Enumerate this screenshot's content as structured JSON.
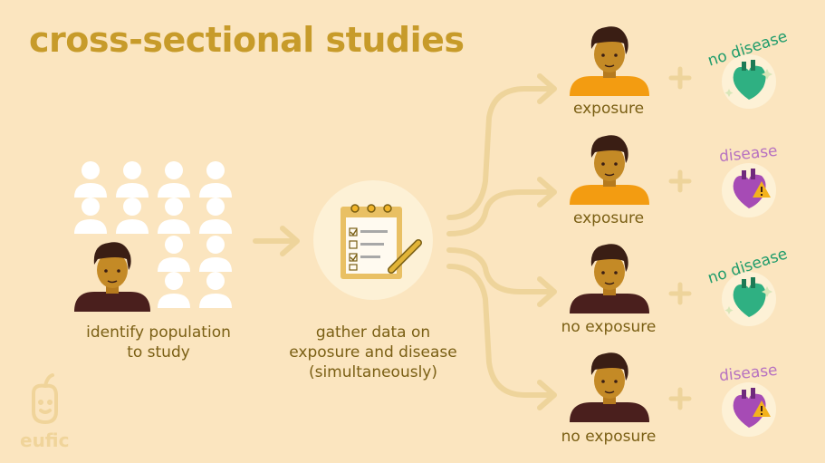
{
  "title": "cross-sectional studies",
  "steps": [
    {
      "label_line1": "identify population",
      "label_line2": "to study"
    },
    {
      "label_line1": "gather data on",
      "label_line2": "exposure and disease",
      "label_line3": "(simultaneously)"
    }
  ],
  "groups": [
    {
      "exposure": "exposure",
      "outcome": "no disease",
      "shirt_color": "#f39c11"
    },
    {
      "exposure": "exposure",
      "outcome": "disease",
      "shirt_color": "#f39c11"
    },
    {
      "exposure": "no exposure",
      "outcome": "no disease",
      "shirt_color": "#4a1f1d"
    },
    {
      "exposure": "no exposure",
      "outcome": "disease",
      "shirt_color": "#4a1f1d"
    }
  ],
  "colors": {
    "title": "#c79b2a",
    "text": "#7a5f14",
    "arrow": "#eed49b",
    "no_disease": "#1f9c6b",
    "disease": "#b772c0",
    "heart_healthy": "#2fb082",
    "heart_sick": "#a64bb5",
    "warning": "#f3b21c"
  },
  "brand": "eufic"
}
